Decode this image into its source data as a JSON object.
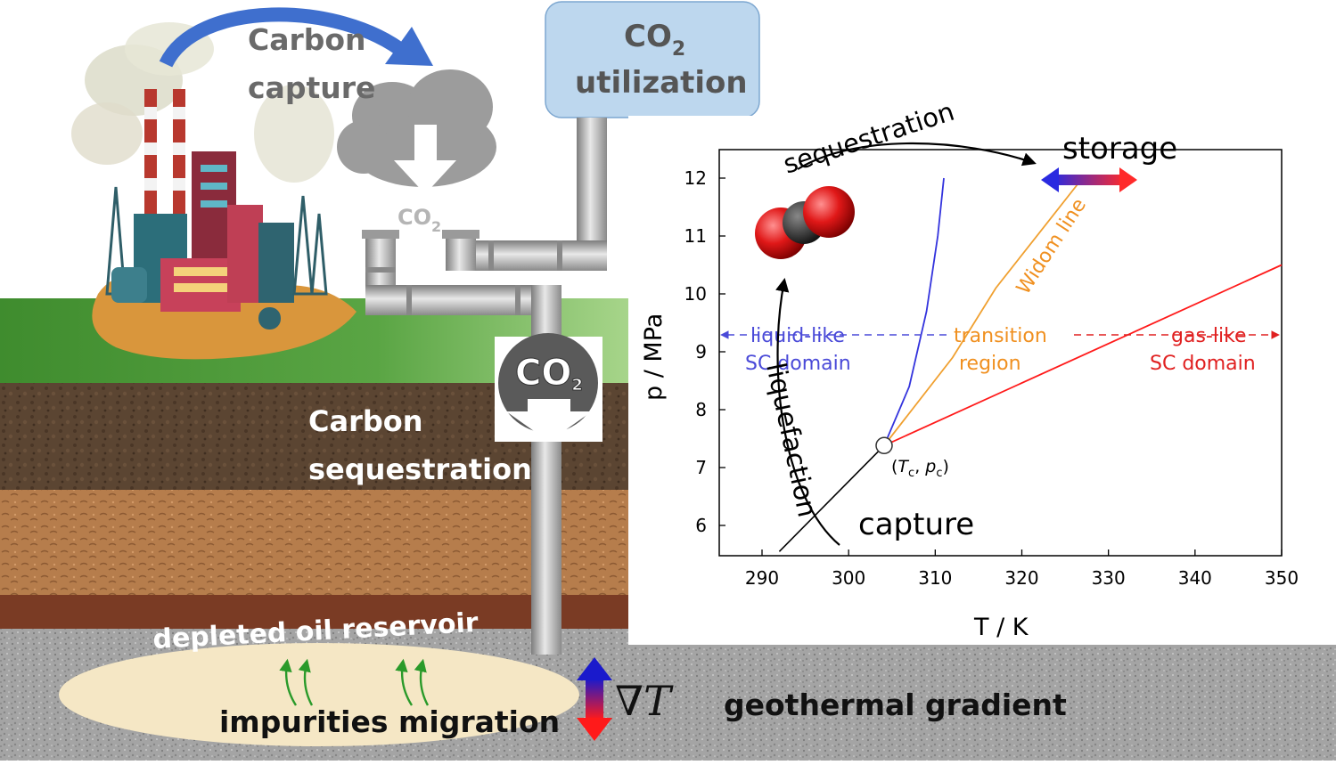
{
  "scene": {
    "carbon_capture_label": [
      "Carbon",
      "capture"
    ],
    "utilization_label": {
      "co2": "CO",
      "sub": "2",
      "line2": "utilization"
    },
    "cloud_co2_label": {
      "co": "CO",
      "sub": "2"
    },
    "well_co2_label": {
      "co": "CO",
      "sub": "2"
    },
    "sequestration_label": [
      "Carbon",
      "sequestration"
    ],
    "reservoir_label": "depleted oil reservoir",
    "impurities_label": "impurities migration",
    "gradient_symbol": "∇T",
    "gradient_label": "geothermal gradient"
  },
  "colors": {
    "sky": "#ffffff",
    "grass": "#5c9e3c",
    "soil_dark": "#5a4430",
    "soil_sand": "#b47c4c",
    "soil_red": "#7a3b24",
    "rock": "#a9a9a9",
    "reservoir": "#f4e6c3",
    "pipe": "#b5b5b5",
    "utilization_box": "#bdd7ee",
    "cold": "#2222cc",
    "hot": "#ff2020",
    "widom": "#f0a030",
    "liquid_like": "#4a4ad8",
    "gas_like": "#e02020"
  },
  "chart_data": {
    "type": "line",
    "title": "",
    "xlabel": "T / K",
    "ylabel": "p / MPa",
    "xlim": [
      285,
      350
    ],
    "ylim": [
      5.5,
      12.5
    ],
    "xticks": [
      290,
      300,
      310,
      320,
      330,
      340,
      350
    ],
    "yticks": [
      6,
      7,
      8,
      9,
      10,
      11,
      12
    ],
    "critical_point": {
      "x": 304.1,
      "y": 7.38,
      "label_T": "T",
      "label_Tsub": "c",
      "label_p": "p",
      "label_psub": "c"
    },
    "series": [
      {
        "name": "",
        "color": "#000000",
        "points": [
          [
            292,
            5.55
          ],
          [
            304.1,
            7.38
          ]
        ]
      },
      {
        "name": "",
        "color": "#3333dd",
        "points": [
          [
            304.1,
            7.38
          ],
          [
            307,
            8.4
          ],
          [
            309,
            9.7
          ],
          [
            310.3,
            11
          ],
          [
            311,
            12
          ]
        ]
      },
      {
        "name": "",
        "color": "#ff1a1a",
        "points": [
          [
            304.1,
            7.38
          ],
          [
            350,
            10.5
          ]
        ]
      },
      {
        "name": "Widom line",
        "color": "#f0a030",
        "points": [
          [
            304.1,
            7.38
          ],
          [
            312,
            8.9
          ],
          [
            317,
            10.1
          ],
          [
            327,
            12.0
          ]
        ]
      }
    ],
    "regions": {
      "liquid_like": [
        "liquid-like",
        "SC domain"
      ],
      "transition": [
        "transition",
        "region"
      ],
      "gas_like": [
        "gas-like",
        "SC domain"
      ]
    },
    "annotations": {
      "sequestration": "sequestration",
      "storage": "storage",
      "liquefaction": "liquefaction",
      "capture": "capture",
      "widom_line": "Widom line"
    }
  }
}
